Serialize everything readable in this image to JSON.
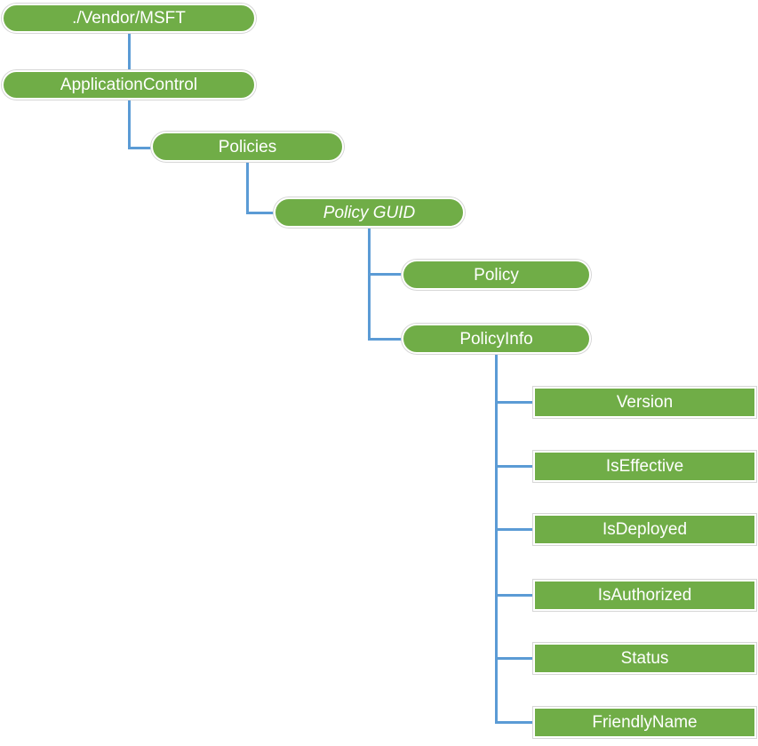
{
  "colors": {
    "node_fill": "#70AD47",
    "node_text": "#FFFFFF",
    "connector": "#5B9BD5",
    "node_outline": "#D6D6D6"
  },
  "nodes": {
    "vendor_msft": {
      "label": "./Vendor/MSFT"
    },
    "application_control": {
      "label": "ApplicationControl"
    },
    "policies": {
      "label": "Policies"
    },
    "policy_guid": {
      "label": "Policy GUID"
    },
    "policy": {
      "label": "Policy"
    },
    "policy_info": {
      "label": "PolicyInfo"
    },
    "version": {
      "label": "Version"
    },
    "is_effective": {
      "label": "IsEffective"
    },
    "is_deployed": {
      "label": "IsDeployed"
    },
    "is_authorized": {
      "label": "IsAuthorized"
    },
    "status": {
      "label": "Status"
    },
    "friendly_name": {
      "label": "FriendlyName"
    }
  },
  "hierarchy": {
    "vendor_msft": [
      "application_control"
    ],
    "application_control": [
      "policies"
    ],
    "policies": [
      "policy_guid"
    ],
    "policy_guid": [
      "policy",
      "policy_info"
    ],
    "policy_info": [
      "version",
      "is_effective",
      "is_deployed",
      "is_authorized",
      "status",
      "friendly_name"
    ]
  }
}
